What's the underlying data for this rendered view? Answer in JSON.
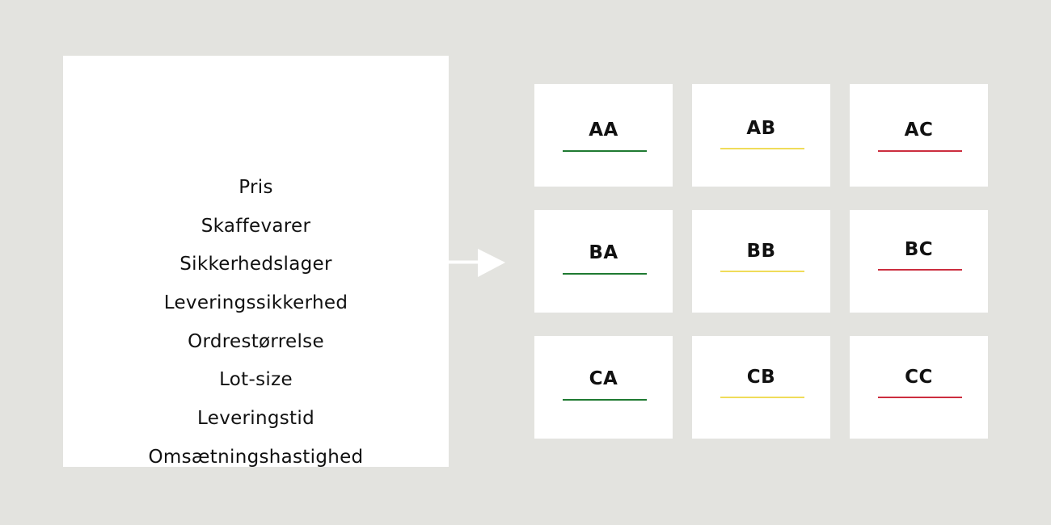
{
  "factors": [
    "Pris",
    "Skaffevarer",
    "Sikkerhedslager",
    "Leveringssikkerhed",
    "Ordrestørrelse",
    "Lot-size",
    "Leveringstid",
    "Omsætningshastighed"
  ],
  "colors": {
    "background": "#e3e3df",
    "panel": "#ffffff",
    "green": "#1f7a32",
    "yellow": "#f0dc5a",
    "red": "#cc2e3f"
  },
  "grid": [
    {
      "label": "AA",
      "underline": "green"
    },
    {
      "label": "AB",
      "underline": "yellow"
    },
    {
      "label": "AC",
      "underline": "red"
    },
    {
      "label": "BA",
      "underline": "green"
    },
    {
      "label": "BB",
      "underline": "yellow"
    },
    {
      "label": "BC",
      "underline": "red"
    },
    {
      "label": "CA",
      "underline": "green"
    },
    {
      "label": "CB",
      "underline": "yellow"
    },
    {
      "label": "CC",
      "underline": "red"
    }
  ],
  "icons": {
    "arrow": "arrow-right-icon"
  }
}
